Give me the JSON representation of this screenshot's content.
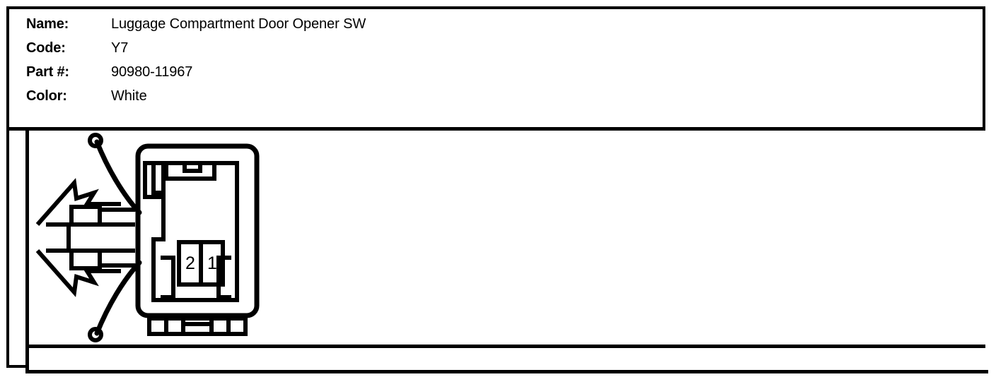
{
  "connector": {
    "fields": [
      {
        "label": "Name:",
        "value": "Luggage Compartment Door Opener SW"
      },
      {
        "label": "Code:",
        "value": "Y7"
      },
      {
        "label": "Part #:",
        "value": "90980-11967"
      },
      {
        "label": "Color:",
        "value": "White"
      }
    ],
    "diagram": {
      "pins": [
        {
          "number": "2"
        },
        {
          "number": "1"
        }
      ],
      "pin_count": 2,
      "view": "terminal-face"
    }
  },
  "colors": {
    "ink": "#000000",
    "paper": "#ffffff"
  }
}
